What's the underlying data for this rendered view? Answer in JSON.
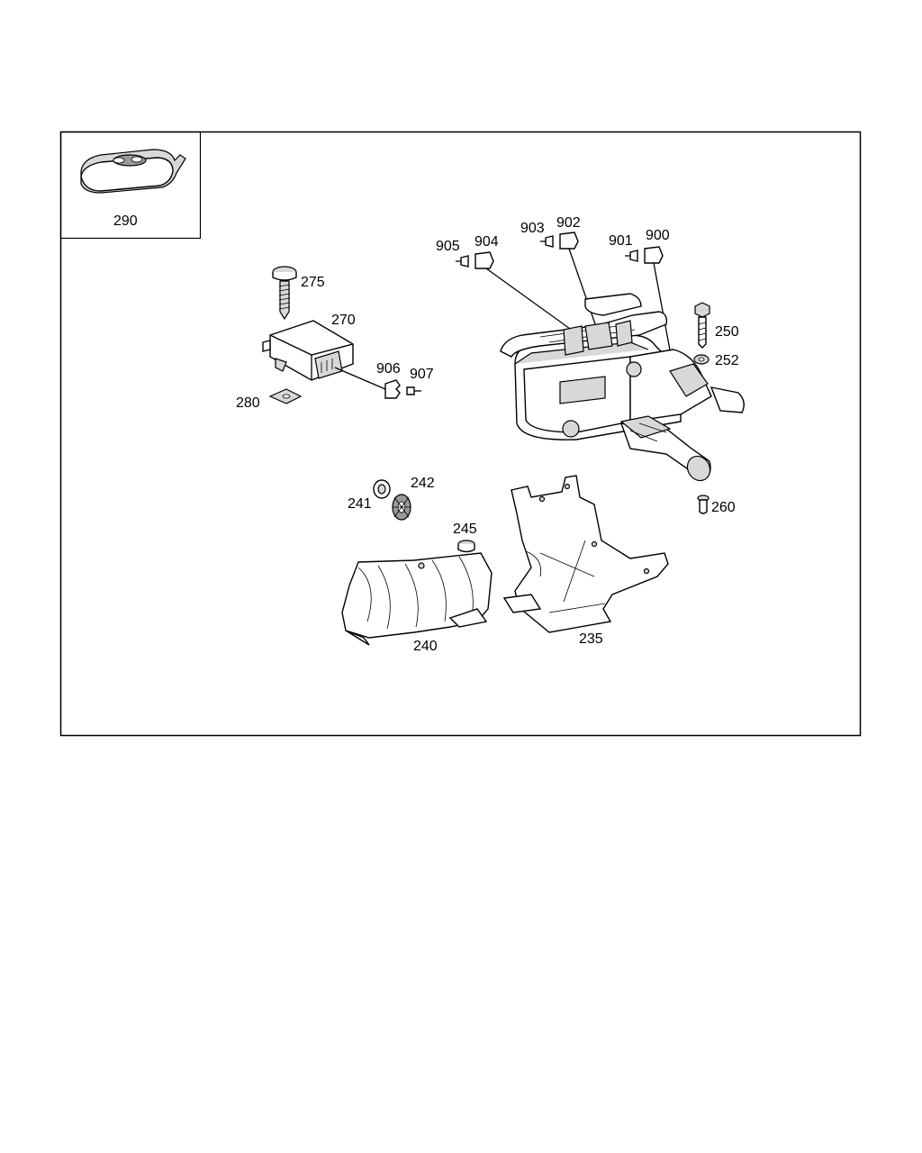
{
  "labels": {
    "l290": "290",
    "l275": "275",
    "l270": "270",
    "l280": "280",
    "l906": "906",
    "l907": "907",
    "l905": "905",
    "l904": "904",
    "l903": "903",
    "l902": "902",
    "l901": "901",
    "l900": "900",
    "l250": "250",
    "l252": "252",
    "l241": "241",
    "l242": "242",
    "l245": "245",
    "l260": "260",
    "l240": "240",
    "l235": "235"
  }
}
